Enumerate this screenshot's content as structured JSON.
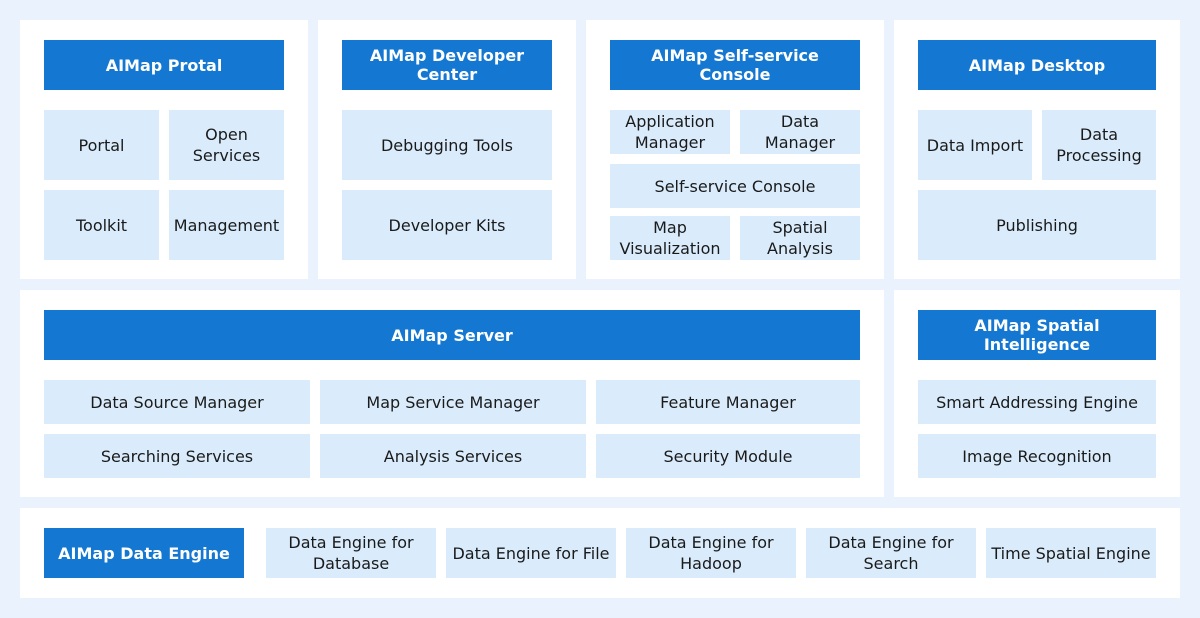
{
  "portal": {
    "title": "AIMap Protal",
    "items": [
      "Portal",
      "Open Services",
      "Toolkit",
      "Management"
    ]
  },
  "developer": {
    "title": "AIMap Developer Center",
    "items": [
      "Debugging Tools",
      "Developer Kits"
    ]
  },
  "console": {
    "title": "AIMap Self-service Console",
    "items": [
      "Application Manager",
      "Data Manager",
      "Self-service Console",
      "Map Visualization",
      "Spatial Analysis"
    ]
  },
  "desktop": {
    "title": "AIMap Desktop",
    "items": [
      "Data Import",
      "Data Processing",
      "Publishing"
    ]
  },
  "server": {
    "title": "AIMap Server",
    "items": [
      "Data Source Manager",
      "Map Service Manager",
      "Feature Manager",
      "Searching Services",
      "Analysis Services",
      "Security Module"
    ]
  },
  "spatial": {
    "title": "AIMap Spatial Intelligence",
    "items": [
      "Smart Addressing Engine",
      "Image Recognition"
    ]
  },
  "engine": {
    "title": "AIMap Data Engine",
    "items": [
      "Data Engine for Database",
      "Data Engine for File",
      "Data Engine for Hadoop",
      "Data Engine for Search",
      "Time Spatial Engine"
    ]
  }
}
